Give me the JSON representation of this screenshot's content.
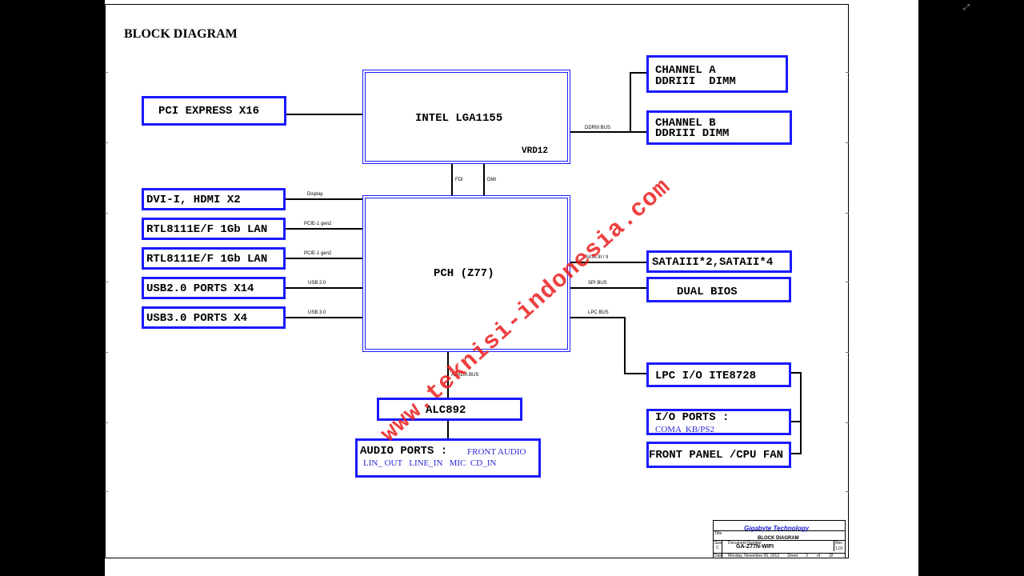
{
  "title": "BLOCK DIAGRAM",
  "blocks": {
    "cpu": {
      "label": "INTEL LGA1155",
      "sub": "VRD12"
    },
    "pch": {
      "label": "PCH (Z77)"
    },
    "pcie": {
      "label": "PCI EXPRESS X16"
    },
    "dvi": {
      "label": "DVI-I, HDMI X2"
    },
    "lan1": {
      "label": "RTL8111E/F 1Gb LAN"
    },
    "lan2": {
      "label": "RTL8111E/F 1Gb LAN"
    },
    "usb2": {
      "label": "USB2.0 PORTS X14"
    },
    "usb3": {
      "label": "USB3.0 PORTS X4"
    },
    "chA": {
      "line1": "CHANNEL A",
      "line2": "DDRIII  DIMM"
    },
    "chB": {
      "line1": "CHANNEL B",
      "line2": "DDRIII DIMM"
    },
    "sata": {
      "label": "SATAIII*2,SATAII*4"
    },
    "bios": {
      "label": "DUAL BIOS"
    },
    "lpc": {
      "label": "LPC I/O ITE8728"
    },
    "io": {
      "label": "I/O PORTS :",
      "sub": "COMA  KB/PS2"
    },
    "front": {
      "label": "FRONT PANEL /CPU FAN"
    },
    "alc": {
      "label": "ALC892"
    },
    "audio": {
      "label": "AUDIO PORTS :",
      "label2": "FRONT AUDIO",
      "sub": "LIN_ OUT   LINE_IN   MIC  CD_IN"
    }
  },
  "buses": {
    "ddr": "DDRIII BUS",
    "fdi": "FDI",
    "dmi": "DMI",
    "display": "Display",
    "pcie1": "PCIE-1 gen2",
    "pcie2": "PCIE-1 gen2",
    "usb2": "USB 2.0",
    "usb3": "USB 3.0",
    "sata": "SATA III / II",
    "spi": "SPI BUS",
    "lpc": "LPC BUS",
    "azalia": "AZALIA BUS"
  },
  "watermark": "www.teknisi-indonesia.com",
  "title_block": {
    "company": "Gigabyte Technology",
    "sheet_title": "BLOCK DIAGRAM",
    "document": "GA-Z77N-WIFI",
    "rev": "1.01",
    "date_label": "Date:",
    "date": "Monday, November 05, 2012",
    "sheet_label": "Sheet",
    "sheet": "3",
    "of_label": "of",
    "of": "32",
    "title_label": "Title",
    "size_label": "Size",
    "size": "C",
    "doc_label": "Document Number",
    "rev_label": "Rev"
  }
}
